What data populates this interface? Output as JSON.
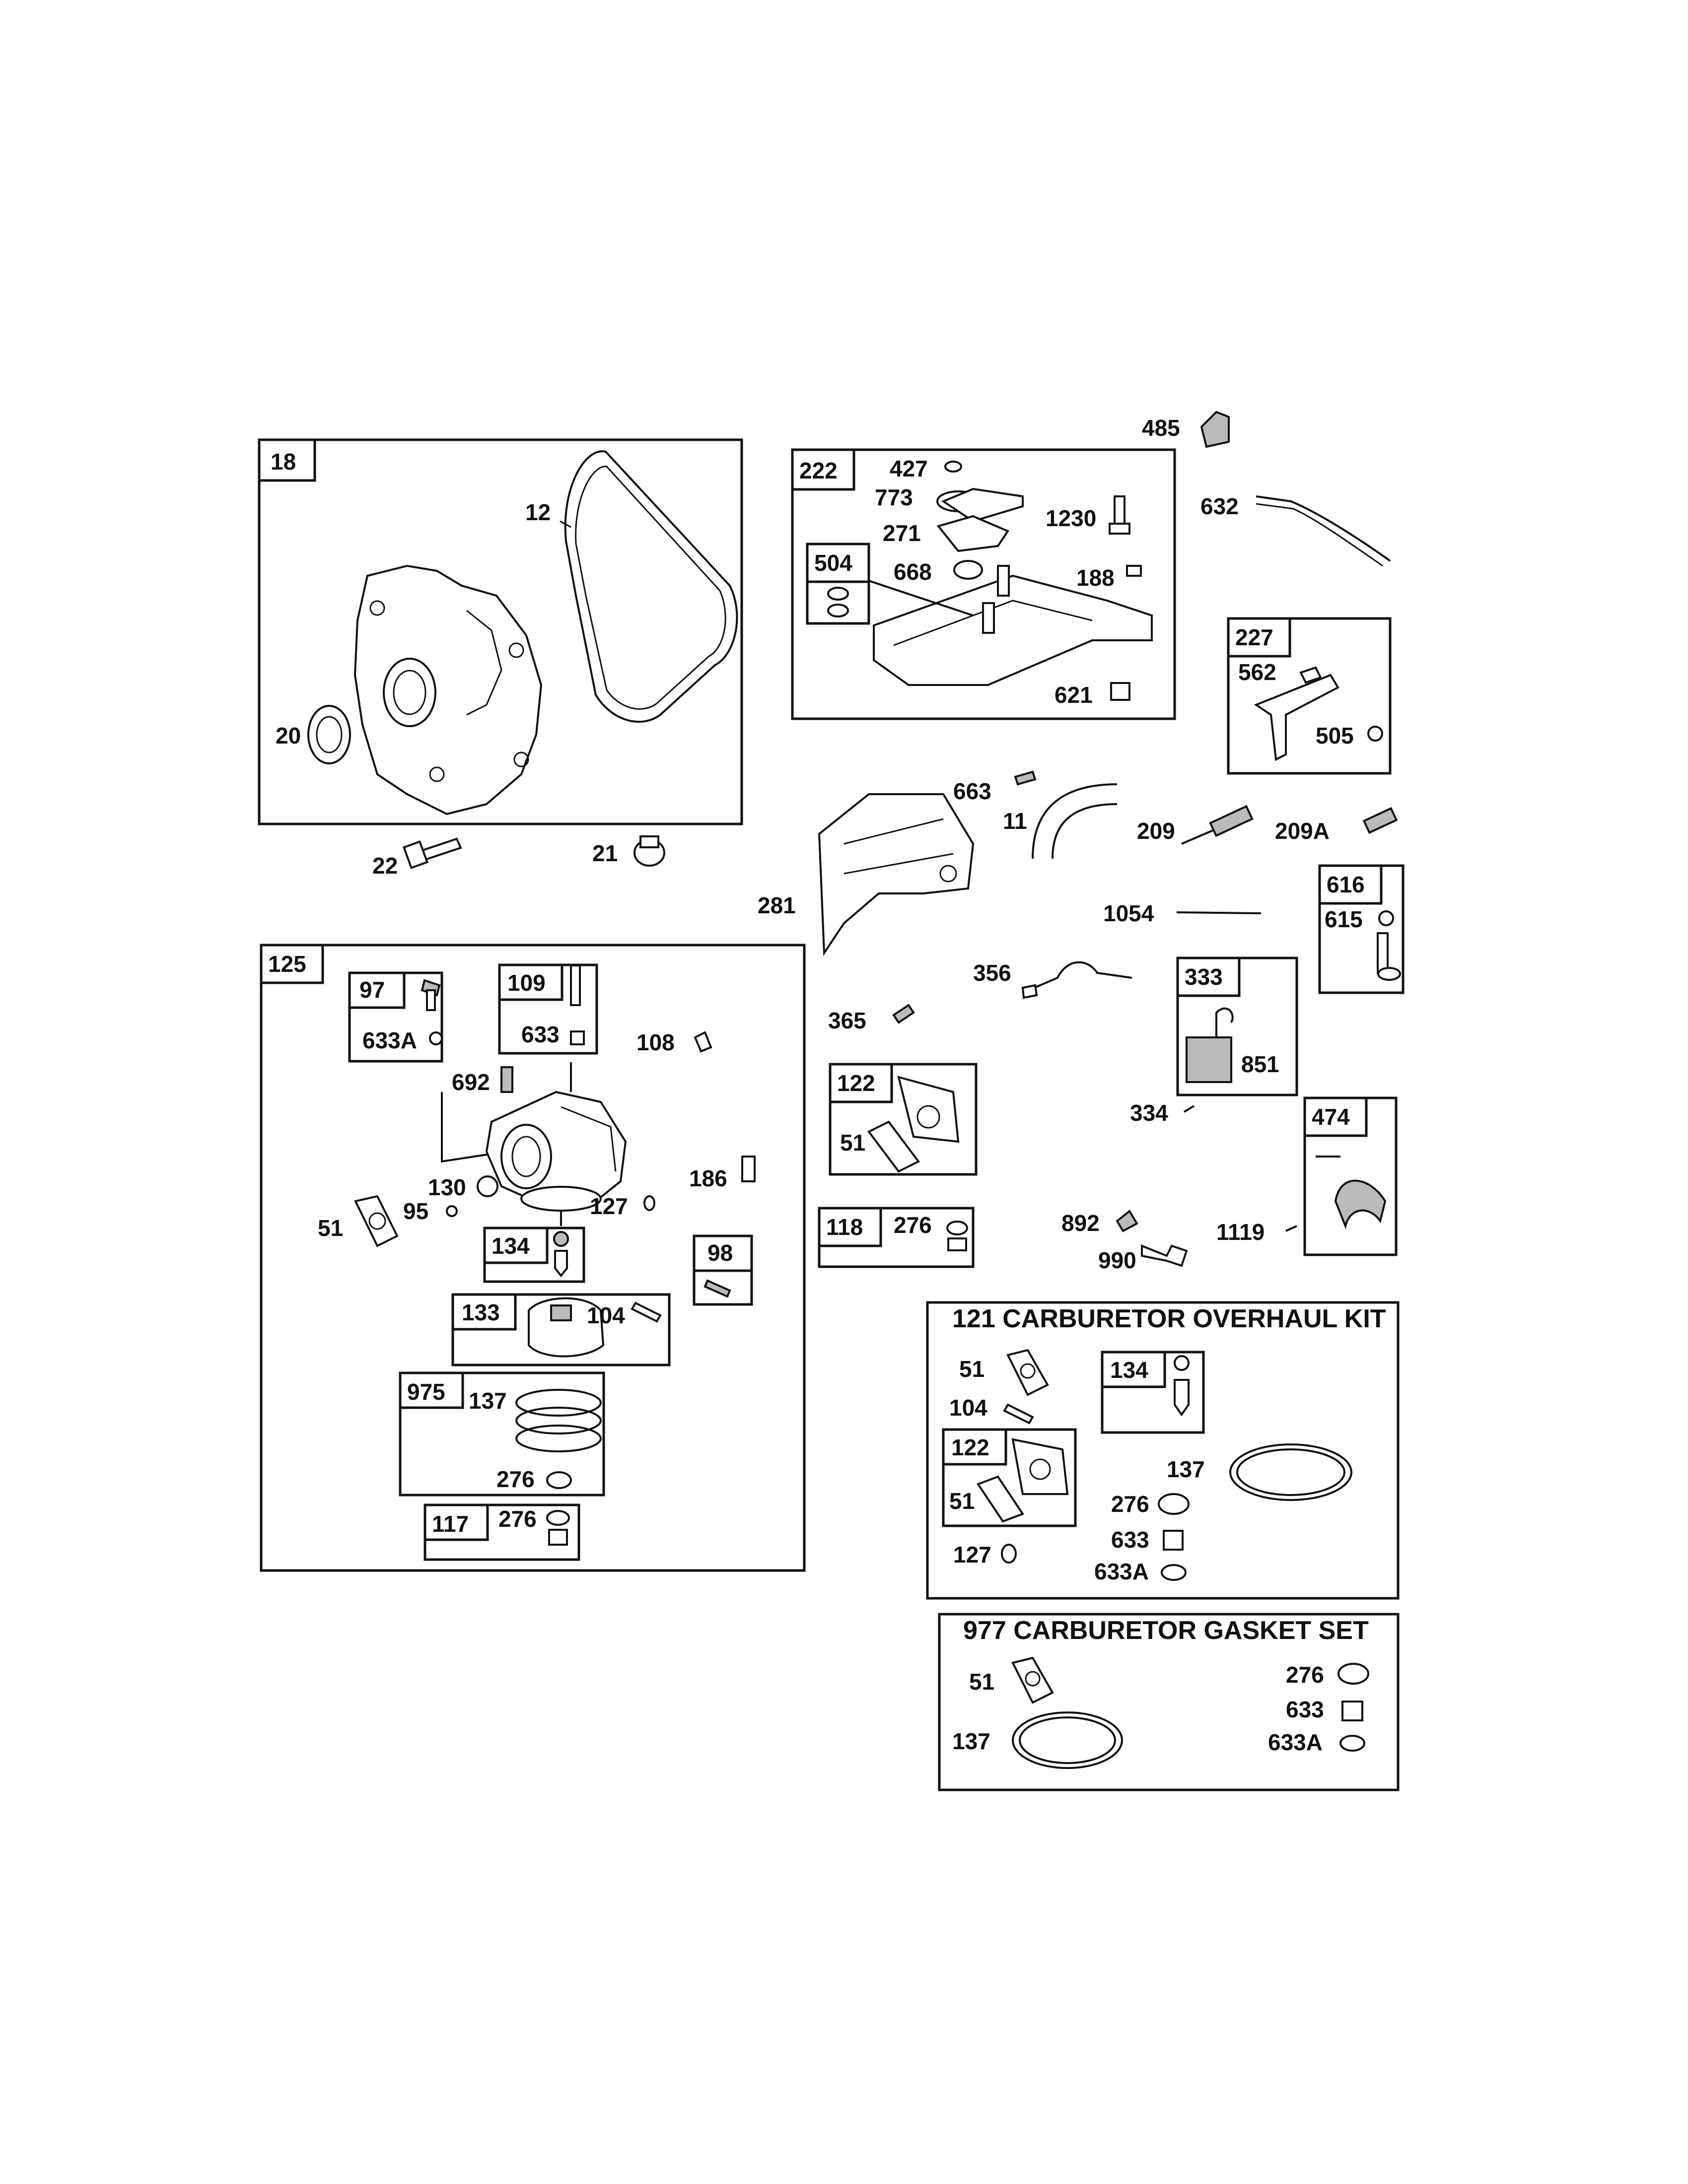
{
  "groups": {
    "g18": "18",
    "g222": "222",
    "g504": "504",
    "g227": "227",
    "g125": "125",
    "g97": "97",
    "g109": "109",
    "g134a": "134",
    "g98": "98",
    "g133": "133",
    "g975": "975",
    "g117": "117",
    "g122a": "122",
    "g118": "118",
    "g616": "616",
    "g333": "333",
    "g474": "474",
    "g134b": "134",
    "g122b": "122"
  },
  "parts": {
    "p12": "12",
    "p20": "20",
    "p22": "22",
    "p21": "21",
    "p427": "427",
    "p773": "773",
    "p271": "271",
    "p668": "668",
    "p1230": "1230",
    "p188": "188",
    "p621": "621",
    "p485": "485",
    "p632": "632",
    "p562": "562",
    "p505": "505",
    "p663": "663",
    "p11": "11",
    "p209": "209",
    "p209a": "209A",
    "p281": "281",
    "p1054": "1054",
    "p615": "615",
    "p356": "356",
    "p365": "365",
    "p851": "851",
    "p334": "334",
    "p51a": "51",
    "p276a": "276",
    "p892": "892",
    "p990": "990",
    "p1119": "1119",
    "p633a1": "633A",
    "p633": "633",
    "p108": "108",
    "p692": "692",
    "p130": "130",
    "p95": "95",
    "p51b": "51",
    "p127a": "127",
    "p186": "186",
    "p104a": "104",
    "p137a": "137",
    "p276b": "276",
    "p276c": "276",
    "k51": "51",
    "k104": "104",
    "k51b": "51",
    "k127": "127",
    "k137": "137",
    "k276": "276",
    "k633": "633",
    "k633a": "633A",
    "s51": "51",
    "s137": "137",
    "s276": "276",
    "s633": "633",
    "s633a": "633A"
  },
  "kits": {
    "overhaul": "121 CARBURETOR OVERHAUL KIT",
    "gasket": "977 CARBURETOR  GASKET SET"
  }
}
